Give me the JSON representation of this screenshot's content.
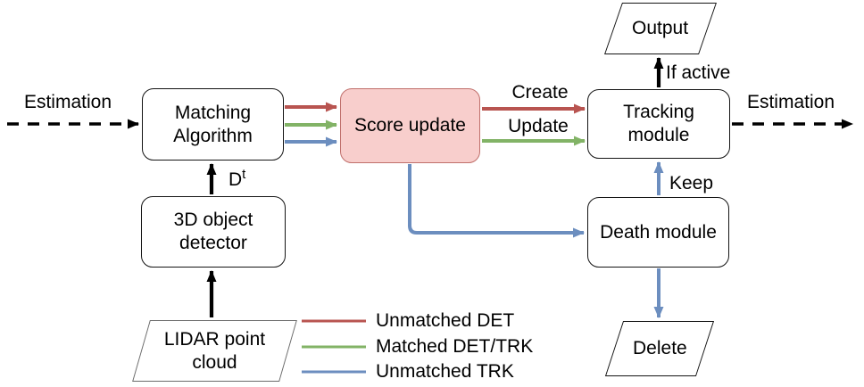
{
  "diagram": {
    "nodes": {
      "matching": {
        "line1": "Matching",
        "line2": "Algorithm"
      },
      "score": {
        "label": "Score update"
      },
      "tracking": {
        "line1": "Tracking",
        "line2": "module"
      },
      "death": {
        "label": "Death module"
      },
      "detector": {
        "line1": "3D object",
        "line2": "detector"
      },
      "output": {
        "label": "Output"
      },
      "delete": {
        "label": "Delete"
      },
      "lidar": {
        "line1": "LIDAR point",
        "line2": "cloud"
      }
    },
    "edge_labels": {
      "estimation_left": "Estimation",
      "estimation_right": "Estimation",
      "create": "Create",
      "update": "Update",
      "keep": "Keep",
      "if_active": "If active",
      "detections_base": "D",
      "detections_sup": "t"
    },
    "legend": {
      "items": [
        {
          "label": "Unmatched DET",
          "color": "#b85450"
        },
        {
          "label": "Matched DET/TRK",
          "color": "#82b366"
        },
        {
          "label": "Unmatched TRK",
          "color": "#6c8ebf"
        }
      ]
    },
    "colors": {
      "unmatched_det": "#b85450",
      "matched_det_trk": "#82b366",
      "unmatched_trk": "#6c8ebf",
      "black": "#000000",
      "score_fill": "#f8cecc",
      "score_border": "#b85450"
    }
  }
}
